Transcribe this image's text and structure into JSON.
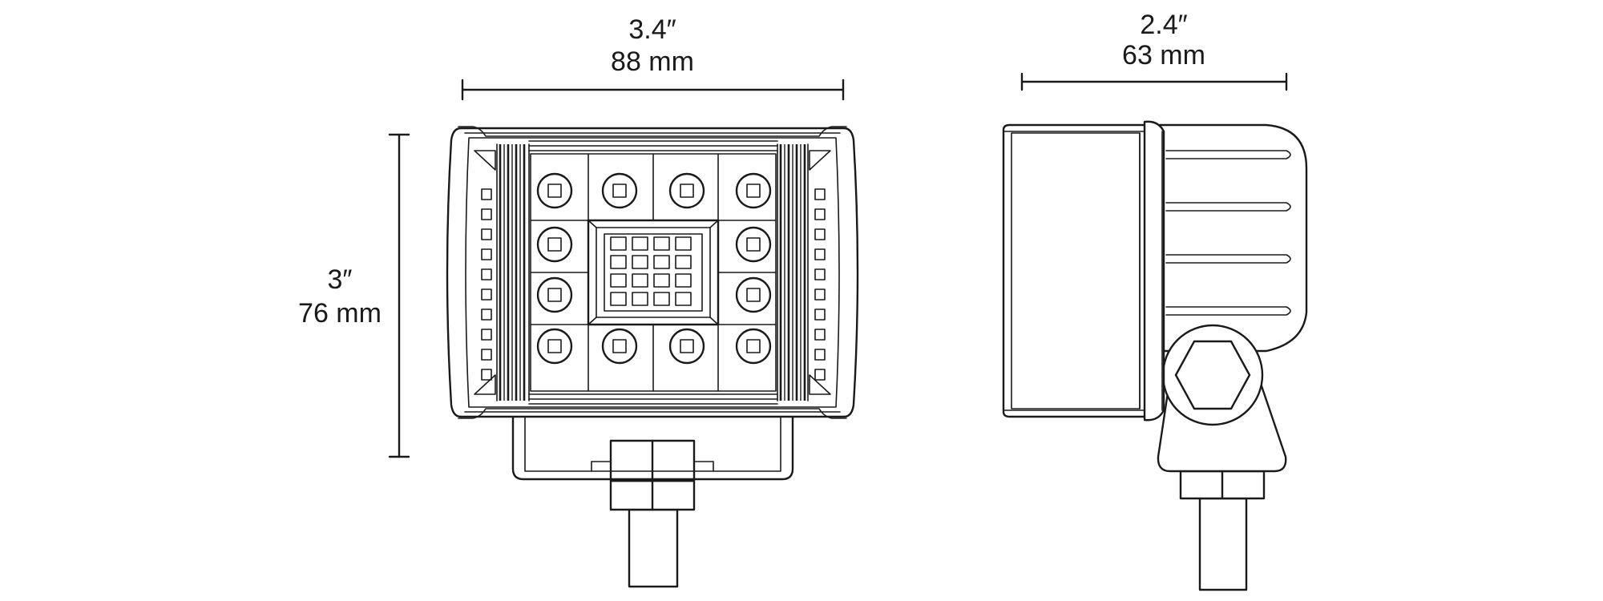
{
  "dimensions": {
    "front_width_in": "3.4″",
    "front_width_mm": "88 mm",
    "front_height_in": "3″",
    "front_height_mm": "76 mm",
    "side_depth_in": "2.4″",
    "side_depth_mm": "63 mm"
  },
  "colors": {
    "line": "#1a1a1a",
    "background": "#ffffff"
  }
}
